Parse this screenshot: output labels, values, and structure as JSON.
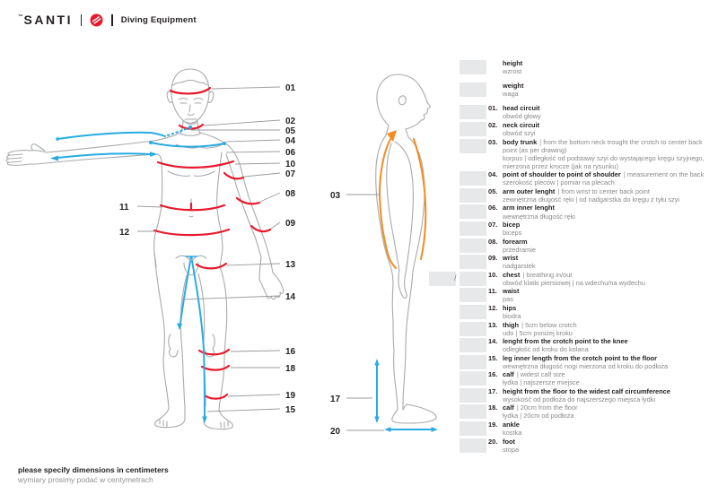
{
  "header": {
    "brand": "SANTI",
    "brand_tm": "™",
    "product": "Diving Equipment"
  },
  "colors": {
    "accent_red": "#e8192c",
    "accent_blue": "#29abe2",
    "accent_orange": "#f68b1f",
    "figure_gray": "#a8aaad",
    "box_gray": "#e7e8e9",
    "text_dark": "#231f20",
    "text_gray": "#87898c"
  },
  "diagram_labels": {
    "n01": "01",
    "n02": "02",
    "n03": "03",
    "n04": "04",
    "n05": "05",
    "n06": "06",
    "n07": "07",
    "n08": "08",
    "n09": "09",
    "n10": "10",
    "n11": "11",
    "n12": "12",
    "n13": "13",
    "n14": "14",
    "n15": "15",
    "n16": "16",
    "n17": "17",
    "n18": "18",
    "n19": "19",
    "n20": "20",
    "slash": "/"
  },
  "measurements": [
    {
      "num": "",
      "name": "height",
      "desc": "",
      "pl": "wzrost"
    },
    {
      "num": "",
      "name": "weight",
      "desc": "",
      "pl": "waga"
    },
    {
      "num": "01.",
      "name": "head circuit",
      "desc": "",
      "pl": "obwód głowy"
    },
    {
      "num": "02.",
      "name": "neck circuit",
      "desc": "",
      "pl": "obwód szyi"
    },
    {
      "num": "03.",
      "name": "body trunk",
      "desc": "| from the bottom neck trought the crotch to center back point (as per drawing)",
      "pl": "korpus | odległość od podstawy szyi do wystającego kręgu szyjnego, mierzona przez krocze (jak na rysunku)"
    },
    {
      "num": "04.",
      "name": "point of shoulder to point of shoulder",
      "desc": "| measurement on the back",
      "pl": "szerokość pleców | pomiar na plecach"
    },
    {
      "num": "05.",
      "name": "arm outer lenght",
      "desc": "| from wrist to center back point",
      "pl": "zewnętrzna długość ręki | od nadgarstka do kręgu z tyłu szyi"
    },
    {
      "num": "06.",
      "name": "arm inner lenght",
      "desc": "",
      "pl": "wewnętrzna długość ręki"
    },
    {
      "num": "07.",
      "name": "bicep",
      "desc": "",
      "pl": "biceps"
    },
    {
      "num": "08.",
      "name": "forearm",
      "desc": "",
      "pl": "przedramie"
    },
    {
      "num": "09.",
      "name": "wrist",
      "desc": "",
      "pl": "nadgarstek"
    },
    {
      "num": "10.",
      "name": "chest",
      "desc": "| breathing in/out",
      "pl": "obwód klatki piersiowej | na wdechu/na wydechu"
    },
    {
      "num": "11.",
      "name": "waist",
      "desc": "",
      "pl": "pas"
    },
    {
      "num": "12.",
      "name": "hips",
      "desc": "",
      "pl": "biodra"
    },
    {
      "num": "13.",
      "name": "thigh",
      "desc": "| 5cm below crotch",
      "pl": "udo | 5cm poniżej kroku"
    },
    {
      "num": "14.",
      "name": "lenght from the crotch point to the knee",
      "desc": "",
      "pl": "odległość od kroku do kolana"
    },
    {
      "num": "15.",
      "name": "leg inner length from the crotch point to the floor",
      "desc": "",
      "pl": "wewnętrzna długość nogi mierzona od kroku do podłoża"
    },
    {
      "num": "16.",
      "name": "calf",
      "desc": "| widest calf size",
      "pl": "łydka | najszersze miejsce"
    },
    {
      "num": "17.",
      "name": "height from the floor to the widest calf circumference",
      "desc": "",
      "pl": "wysokość od podłoża do najszerszego miejsca łydki"
    },
    {
      "num": "18.",
      "name": "calf",
      "desc": "| 20cm from the floor",
      "pl": "łydka | 20cm od podłoża"
    },
    {
      "num": "19.",
      "name": "ankle",
      "desc": "",
      "pl": "kostka"
    },
    {
      "num": "20.",
      "name": "foot",
      "desc": "",
      "pl": "stopa"
    }
  ],
  "footer": {
    "en": "please specify dimensions in centimeters",
    "pl": "wymiary prosimy podać w centymetrach"
  }
}
